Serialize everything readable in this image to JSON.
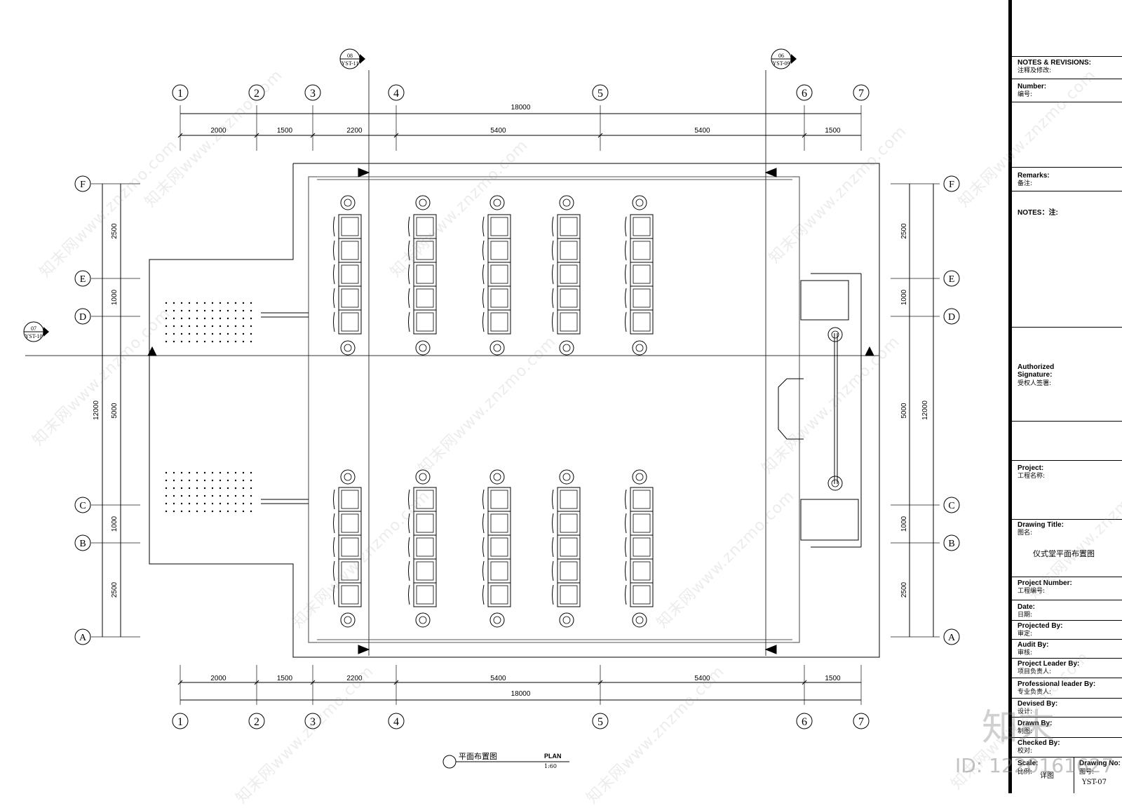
{
  "plan": {
    "total_dim": "18000",
    "col_dims": [
      "2000",
      "1500",
      "2200",
      "5400",
      "5400",
      "1500"
    ],
    "col_labels": [
      "1",
      "2",
      "3",
      "4",
      "5",
      "6",
      "7"
    ],
    "row_labels": [
      "F",
      "E",
      "D",
      "C",
      "B",
      "A"
    ],
    "row_dims": [
      "2500",
      "1000",
      "5000",
      "1000",
      "2500"
    ],
    "total_height": "12000",
    "section_markers": [
      {
        "num": "08",
        "sheet": "YST-11"
      },
      {
        "num": "06",
        "sheet": "YST-09"
      },
      {
        "num": "07",
        "sheet": "YST-10"
      }
    ],
    "caption_cn": "平面布置图",
    "caption_en": "PLAN",
    "scale": "1:60"
  },
  "title_block": {
    "notes_revisions": "NOTES & REVISIONS:",
    "notes_revisions_cn": "注释及修改:",
    "number": "Number:",
    "number_cn": "编号:",
    "remarks": "Remarks:",
    "remarks_cn": "备注:",
    "notes": "NOTES：注:",
    "authorized": "Authorized",
    "signature": "Signature:",
    "signature_cn": "受权人签署:",
    "project": "Project:",
    "project_cn": "工程名称:",
    "drawing_title": "Drawing Title:",
    "drawing_title_cn": "图名:",
    "drawing_title_value": "仪式堂平面布置图",
    "project_number": "Project Number:",
    "project_number_cn": "工程编号:",
    "date": "Date:",
    "date_cn": "日期:",
    "projected_by": "Projected By:",
    "projected_by_cn": "审定:",
    "audit_by": "Audit By:",
    "audit_by_cn": "审核:",
    "project_leader": "Project Leader By:",
    "project_leader_cn": "项目负责人:",
    "professional_leader": "Professional leader By:",
    "professional_leader_cn": "专业负责人:",
    "devised_by": "Devised By:",
    "devised_by_cn": "设计:",
    "drawn_by": "Drawn By:",
    "drawn_by_cn": "制图:",
    "checked_by": "Checked By:",
    "checked_by_cn": "校对:",
    "scale_label": "Scale:",
    "scale_cn": "比例:",
    "scale_value": "详图",
    "drawing_no": "Drawing No:",
    "drawing_no_cn": "图号:",
    "drawing_no_value": "YST-07"
  },
  "watermark": {
    "text": "知末网www.znzmo.com",
    "logo": "知末",
    "id": "ID: 1220161627"
  }
}
